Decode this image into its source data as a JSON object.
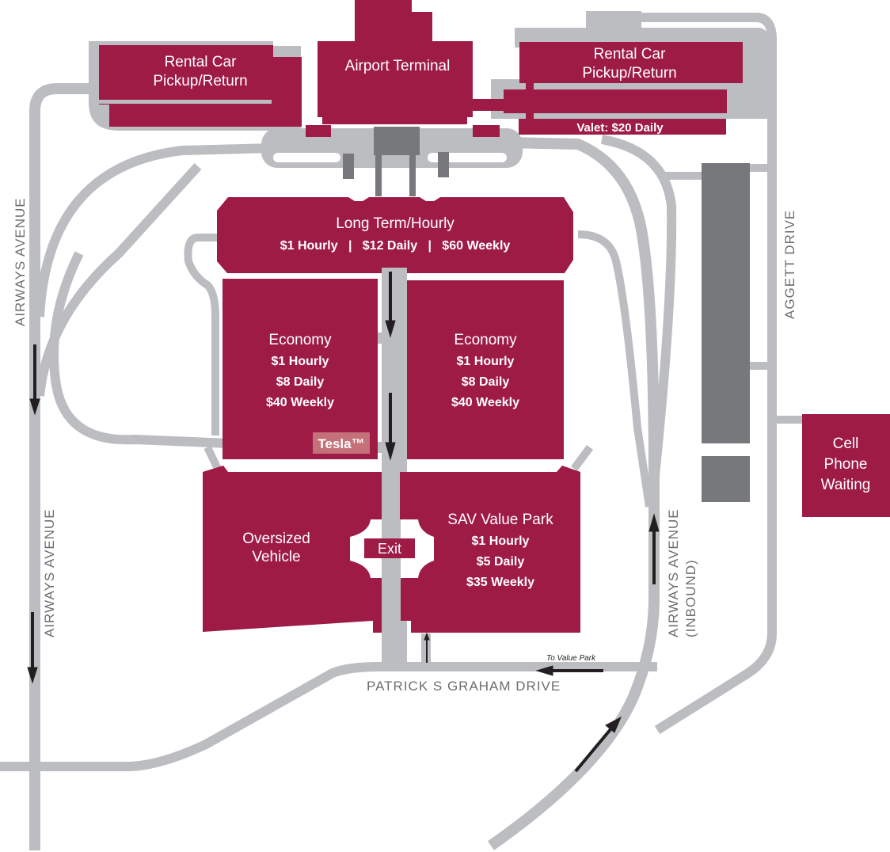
{
  "map_title": "Airport Parking Map",
  "colors": {
    "parking_lot": "#9e1b46",
    "road": "#bcbdc0",
    "garage": "#77787b",
    "street_label": "#6d6e71",
    "tesla_badge": "#c47179",
    "arrow": "#231f20"
  },
  "buildings": {
    "terminal": {
      "label": "Airport Terminal"
    },
    "rental_left": {
      "line1": "Rental Car",
      "line2": "Pickup/Return"
    },
    "rental_right": {
      "line1": "Rental Car",
      "line2": "Pickup/Return"
    },
    "valet": {
      "label": "Valet: $20 Daily"
    },
    "cell_phone": {
      "line1": "Cell",
      "line2": "Phone",
      "line3": "Waiting"
    }
  },
  "lots": {
    "long_term": {
      "name": "Long Term/Hourly",
      "rates": "$1 Hourly   |   $12 Daily   |   $60 Weekly"
    },
    "economy_left": {
      "name": "Economy",
      "hourly": "$1 Hourly",
      "daily": "$8 Daily",
      "weekly": "$40 Weekly",
      "badge": "Tesla™"
    },
    "economy_right": {
      "name": "Economy",
      "hourly": "$1 Hourly",
      "daily": "$8 Daily",
      "weekly": "$40 Weekly"
    },
    "oversized": {
      "line1": "Oversized",
      "line2": "Vehicle"
    },
    "value_park": {
      "name": "SAV Value Park",
      "hourly": "$1 Hourly",
      "daily": "$5 Daily",
      "weekly": "$35 Weekly"
    },
    "exit": {
      "label": "Exit"
    }
  },
  "streets": {
    "airways_upper": "AIRWAYS AVENUE",
    "airways_lower": "AIRWAYS AVENUE",
    "aggett": "AGGETT DRIVE",
    "airways_inbound_1": "AIRWAYS AVENUE",
    "airways_inbound_2": "(INBOUND)",
    "patrick": "PATRICK S GRAHAM DRIVE"
  },
  "notes": {
    "to_value_park": "To Value Park"
  }
}
